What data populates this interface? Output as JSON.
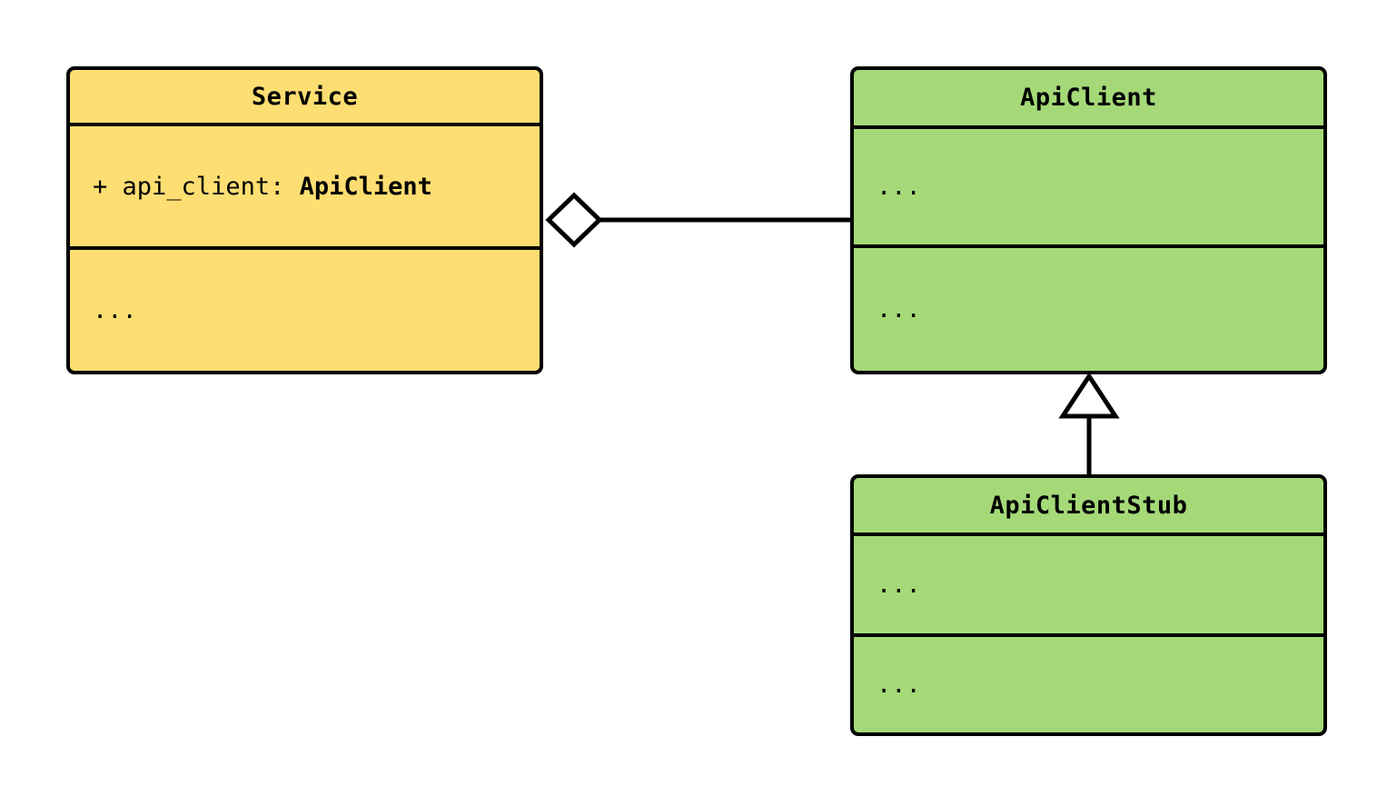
{
  "diagram": {
    "type": "uml-class-diagram",
    "background": "#ffffff",
    "stroke_color": "#000000",
    "classes": [
      {
        "id": "service",
        "name": "Service",
        "fill": "#FDDE72",
        "compartments": [
          {
            "kind": "attributes",
            "lines": [
              "+ api_client: ApiClient"
            ]
          },
          {
            "kind": "operations",
            "lines": [
              "..."
            ]
          }
        ],
        "attribute_visibility": "+",
        "attribute_name": "api_client",
        "attribute_separator": ": ",
        "attribute_type": "ApiClient",
        "operations_placeholder": "..."
      },
      {
        "id": "api-client",
        "name": "ApiClient",
        "fill": "#A5D978",
        "compartments": [
          {
            "kind": "attributes",
            "lines": [
              "..."
            ]
          },
          {
            "kind": "operations",
            "lines": [
              "..."
            ]
          }
        ],
        "attributes_placeholder": "...",
        "operations_placeholder": "..."
      },
      {
        "id": "api-client-stub",
        "name": "ApiClientStub",
        "fill": "#A5D978",
        "compartments": [
          {
            "kind": "attributes",
            "lines": [
              "..."
            ]
          },
          {
            "kind": "operations",
            "lines": [
              "..."
            ]
          }
        ],
        "attributes_placeholder": "...",
        "operations_placeholder": "..."
      }
    ],
    "relationships": [
      {
        "id": "service-aggregates-apiclient",
        "kind": "aggregation",
        "marker": "hollow-diamond",
        "source": "Service",
        "target": "ApiClient",
        "label": ""
      },
      {
        "id": "apiclientstub-inherits-apiclient",
        "kind": "generalization",
        "marker": "hollow-triangle",
        "source": "ApiClientStub",
        "target": "ApiClient",
        "label": ""
      }
    ]
  }
}
